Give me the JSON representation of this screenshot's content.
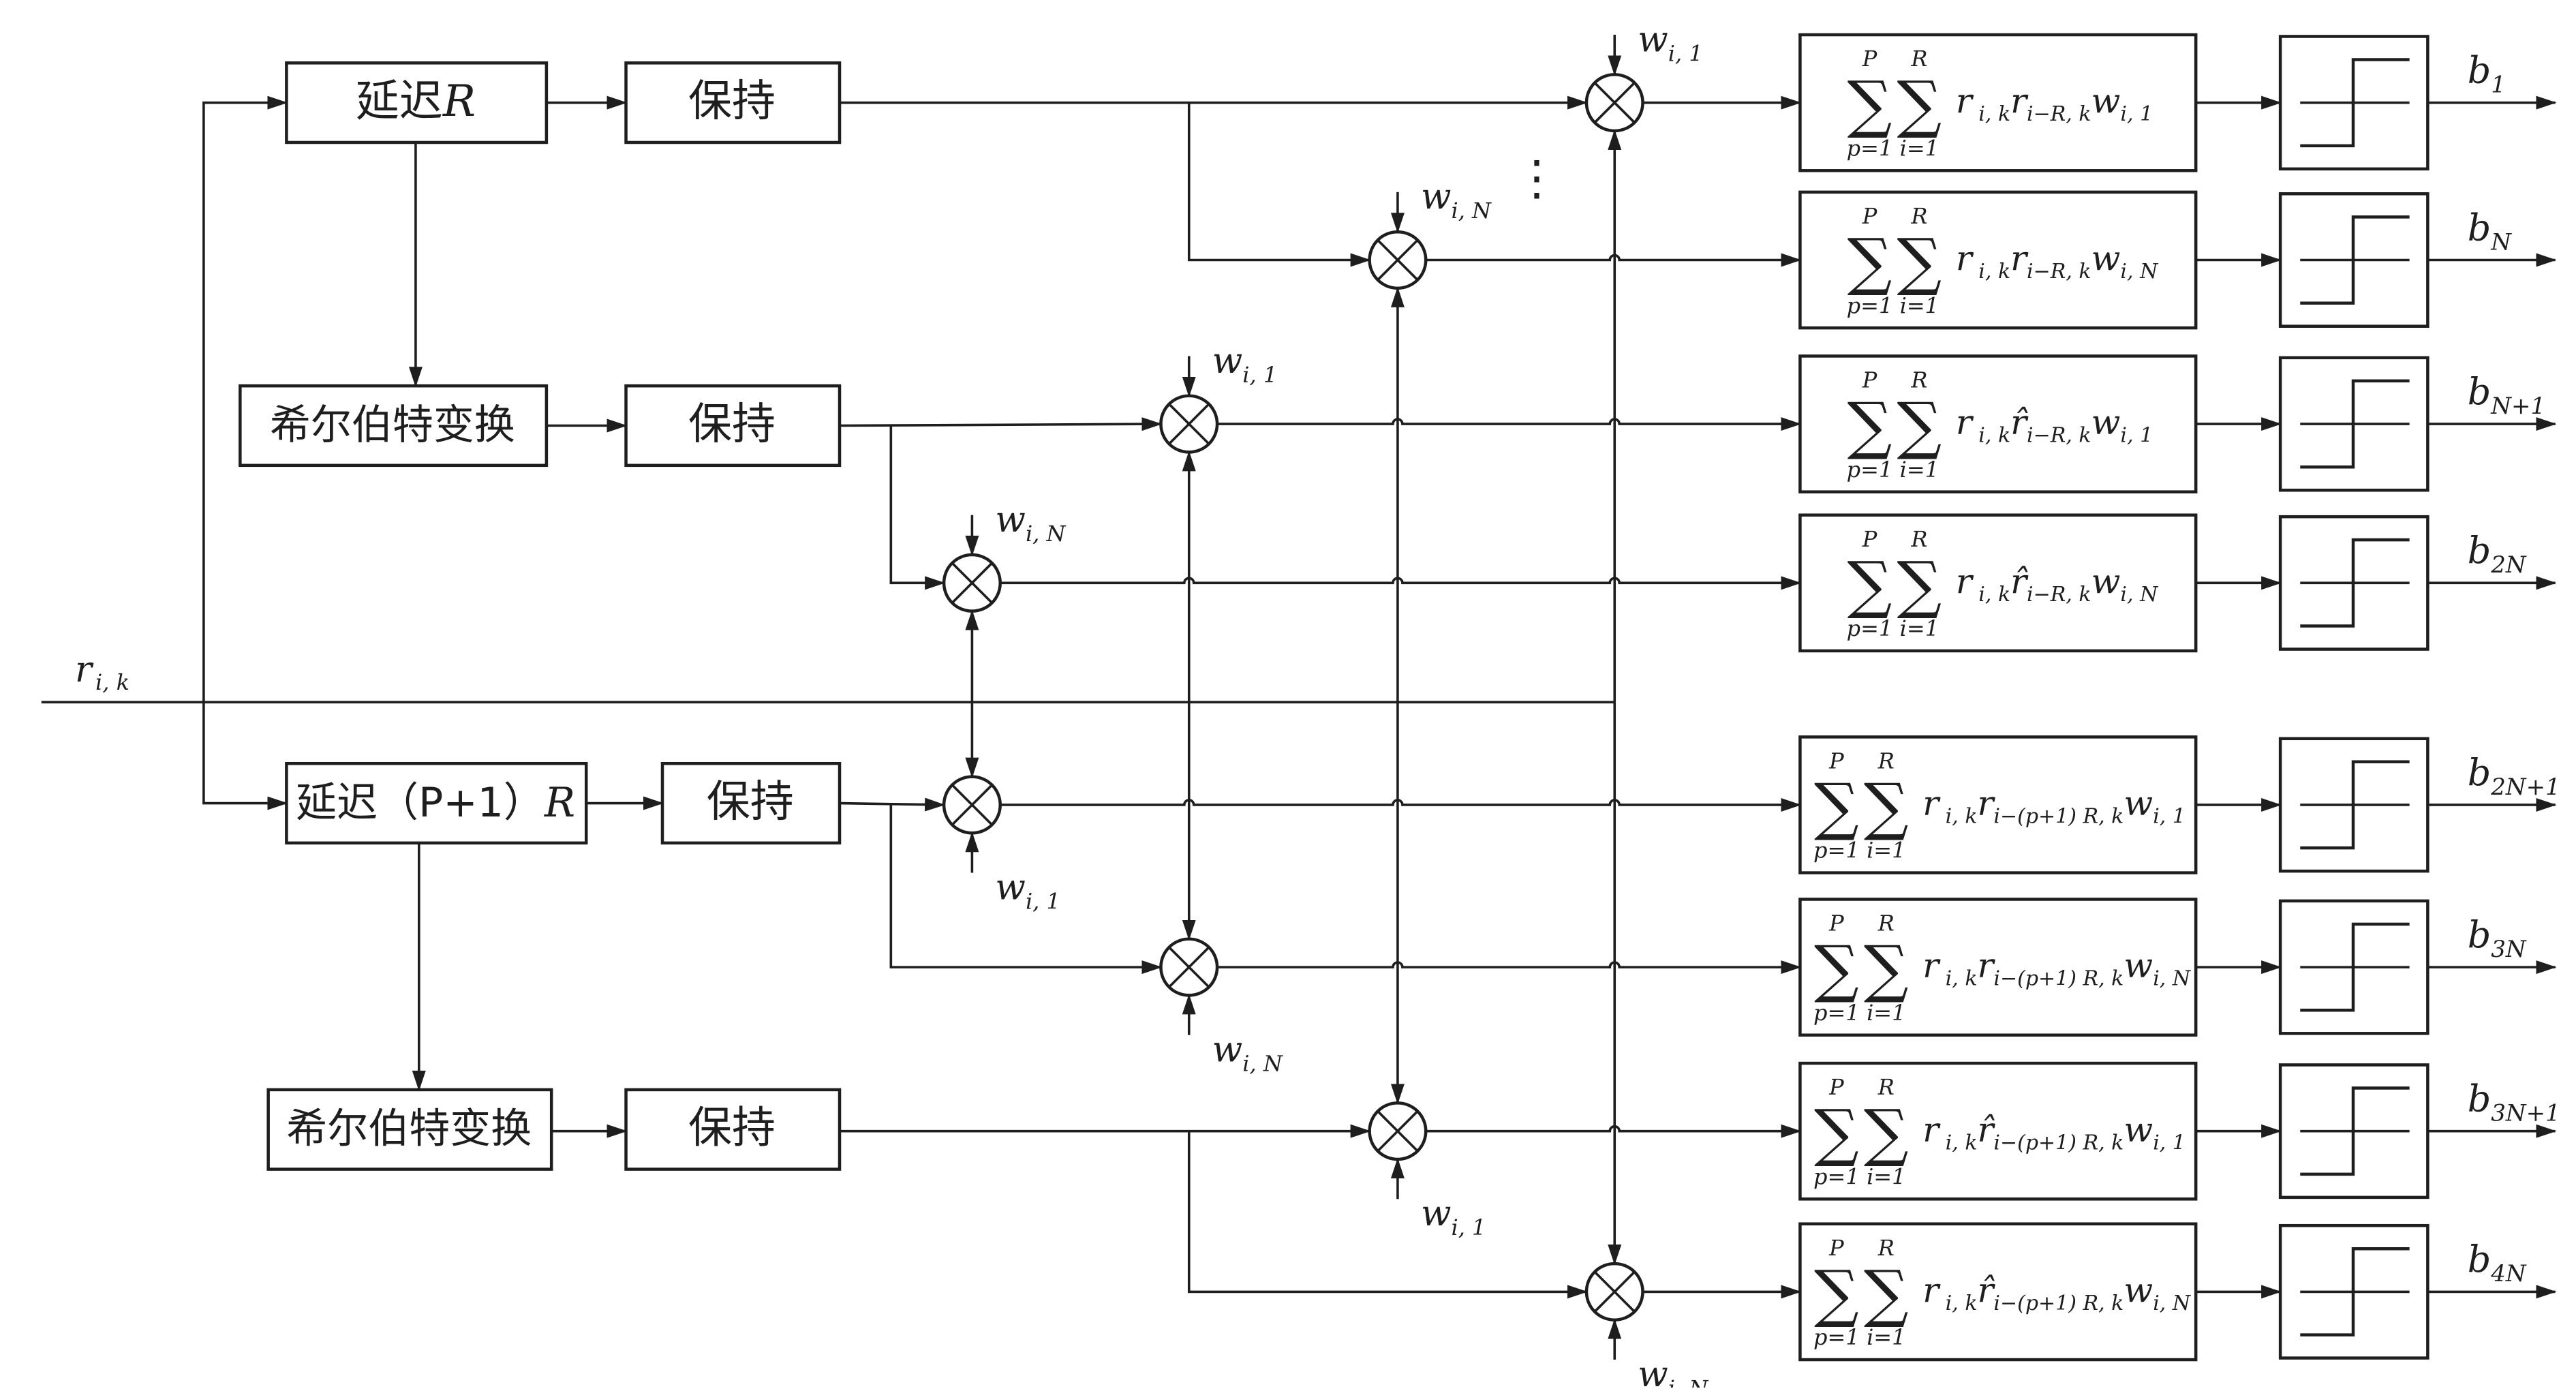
{
  "input_label": {
    "base": "r",
    "sub": "i, k"
  },
  "left_blocks": {
    "delay_r": {
      "cjk": "延迟",
      "tail": "R"
    },
    "delay_pr": {
      "cjk": "延迟",
      "mid": "（P+1）",
      "tail": "R"
    },
    "hilbert": "希尔伯特变换",
    "hold": "保持"
  },
  "weights": {
    "base": "w",
    "sub_1": "i, 1",
    "sub_n": "i, N"
  },
  "ellipsis": "⋮",
  "outputs": [
    {
      "base": "b",
      "sub": "1"
    },
    {
      "base": "b",
      "sub": "N"
    },
    {
      "base": "b",
      "sub": "N+1"
    },
    {
      "base": "b",
      "sub": "2N"
    },
    {
      "base": "b",
      "sub": "2N+1"
    },
    {
      "base": "b",
      "sub": "3N"
    },
    {
      "base": "b",
      "sub": "3N+1"
    },
    {
      "base": "b",
      "sub": "4N"
    }
  ],
  "sums": {
    "sigma": "∑",
    "upper_p": "P",
    "upper_r": "R",
    "lower_p": "p=1",
    "lower_i": "i=1",
    "rows": [
      {
        "r": "r",
        "r_sub": "i, k",
        "r2": "r",
        "hat": false,
        "r2_sub": "i−R, k",
        "w": "w",
        "w_sub": "i, 1"
      },
      {
        "r": "r",
        "r_sub": "i, k",
        "r2": "r",
        "hat": false,
        "r2_sub": "i−R, k",
        "w": "w",
        "w_sub": "i, N"
      },
      {
        "r": "r",
        "r_sub": "i, k",
        "r2": "r̂",
        "hat": true,
        "r2_sub": "i−R, k",
        "w": "w",
        "w_sub": "i, 1"
      },
      {
        "r": "r",
        "r_sub": "i, k",
        "r2": "r̂",
        "hat": true,
        "r2_sub": "i−R, k",
        "w": "w",
        "w_sub": "i, N"
      },
      {
        "r": "r",
        "r_sub": "i, k",
        "r2": "r",
        "hat": false,
        "r2_sub": "i−(p+1) R, k",
        "w": "w",
        "w_sub": "i, 1"
      },
      {
        "r": "r",
        "r_sub": "i, k",
        "r2": "r",
        "hat": false,
        "r2_sub": "i−(p+1) R, k",
        "w": "w",
        "w_sub": "i, N"
      },
      {
        "r": "r",
        "r_sub": "i, k",
        "r2": "r̂",
        "hat": true,
        "r2_sub": "i−(p+1) R, k",
        "w": "w",
        "w_sub": "i, 1"
      },
      {
        "r": "r",
        "r_sub": "i, k",
        "r2": "r̂",
        "hat": true,
        "r2_sub": "i−(p+1) R, k",
        "w": "w",
        "w_sub": "i, N"
      }
    ]
  }
}
